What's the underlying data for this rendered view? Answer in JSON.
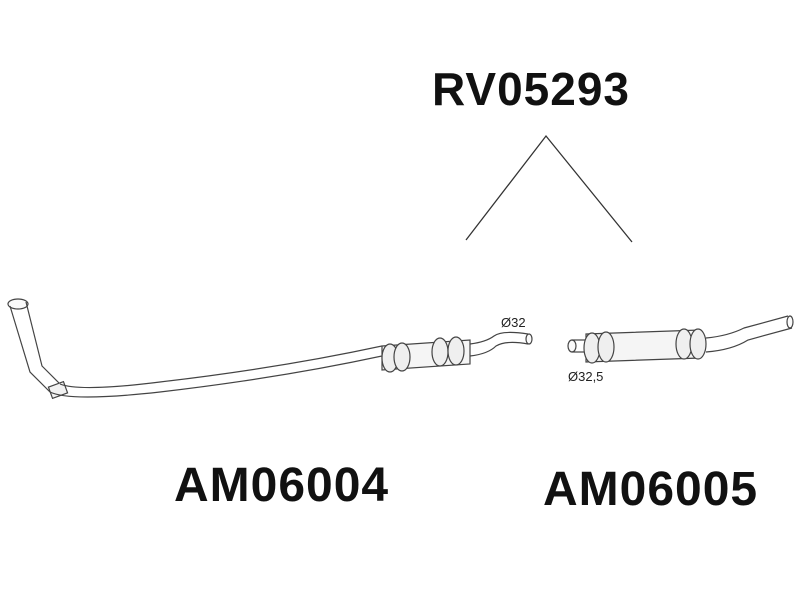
{
  "assembly": {
    "code": "RV05293"
  },
  "parts": [
    {
      "code": "AM06004",
      "diameter": "Ø32"
    },
    {
      "code": "AM06005",
      "diameter": "Ø32,5"
    }
  ]
}
